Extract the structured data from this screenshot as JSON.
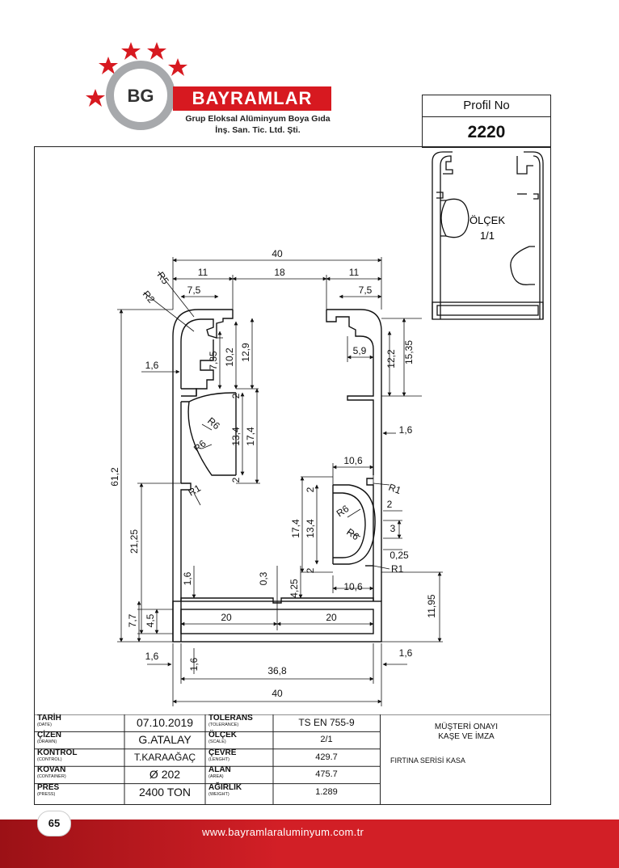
{
  "brand": {
    "logo_mark": "BG",
    "name": "BAYRAMLAR",
    "subtitle_line1": "Grup Eloksal Alüminyum Boya Gıda",
    "subtitle_line2": "İnş. San. Tic. Ltd. Şti.",
    "star_color": "#d71920"
  },
  "profil": {
    "label": "Profil No",
    "number": "2220"
  },
  "thumbnail": {
    "scale_label": "ÖLÇEK",
    "scale_value": "1/1"
  },
  "dimensions": {
    "d40_top": "40",
    "d11_left": "11",
    "d18": "18",
    "d11_right": "11",
    "d7_5_left": "7,5",
    "d7_5_right": "7,5",
    "r5": "R5",
    "r2": "R2",
    "d7_35": "7,35",
    "d10_2": "10,2",
    "d12_9": "12,9",
    "d1_6_a": "1,6",
    "d2_a": "2",
    "r6_a": "R6",
    "r6_b": "R6",
    "d13_4_a": "13,4",
    "d17_4_a": "17,4",
    "d2_b": "2",
    "r1_a": "R1",
    "d61_2": "61,2",
    "d21_25": "21,25",
    "d1_6_b": "1,6",
    "d7_7": "7,7",
    "d4_5": "4,5",
    "d20_left": "20",
    "d20_right": "20",
    "d0_3": "0,3",
    "d4_25": "4,25",
    "d5_9": "5,9",
    "d12_2": "12,2",
    "d15_35": "15,35",
    "d1_6_c": "1,6",
    "d10_6_a": "10,6",
    "r1_b": "R1",
    "d2_c": "2",
    "d2_d": "2",
    "d3": "3",
    "r6_c": "R6",
    "r6_d": "R6",
    "d17_4_b": "17,4",
    "d13_4_b": "13,4",
    "d0_25": "0,25",
    "r1_c": "R1",
    "d2_e": "2",
    "d10_6_b": "10,6",
    "d11_95": "11,95",
    "d1_6_d": "1,6",
    "d1_6_e": "1,6",
    "d1_6_f": "1,6",
    "d36_8": "36,8",
    "d40_bottom": "40"
  },
  "title_block": {
    "rows": [
      {
        "label": "TARİH",
        "sub": "(DATE)",
        "value": "07.10.2019",
        "label2": "TOLERANS",
        "sub2": "(TOLERANCE)",
        "value2": "TS EN 755-9"
      },
      {
        "label": "ÇİZEN",
        "sub": "(DRAWN)",
        "value": "G.ATALAY",
        "label2": "ÖLÇEK",
        "sub2": "(SCALE)",
        "value2": "2/1"
      },
      {
        "label": "KONTROL",
        "sub": "(CONTROL)",
        "value": "T.KARAAĞAÇ",
        "label2": "ÇEVRE",
        "sub2": "(LENGHT)",
        "value2": "429.7"
      },
      {
        "label": "KOVAN",
        "sub": "(CONTAINER)",
        "value": "Ø 202",
        "label2": "ALAN",
        "sub2": "(AREA)",
        "value2": "475.7"
      },
      {
        "label": "PRES",
        "sub": "(PRESS)",
        "value": "2400  TON",
        "label2": "AĞIRLIK",
        "sub2": "(WEIGHT)",
        "value2": "1.289"
      }
    ],
    "approval_line1": "MÜŞTERİ ONAYI",
    "approval_line2": "KAŞE VE İMZA",
    "project": "FIRTINA SERİSİ KASA"
  },
  "footer": {
    "page_number": "65",
    "url": "www.bayramlaraluminyum.com.tr"
  }
}
